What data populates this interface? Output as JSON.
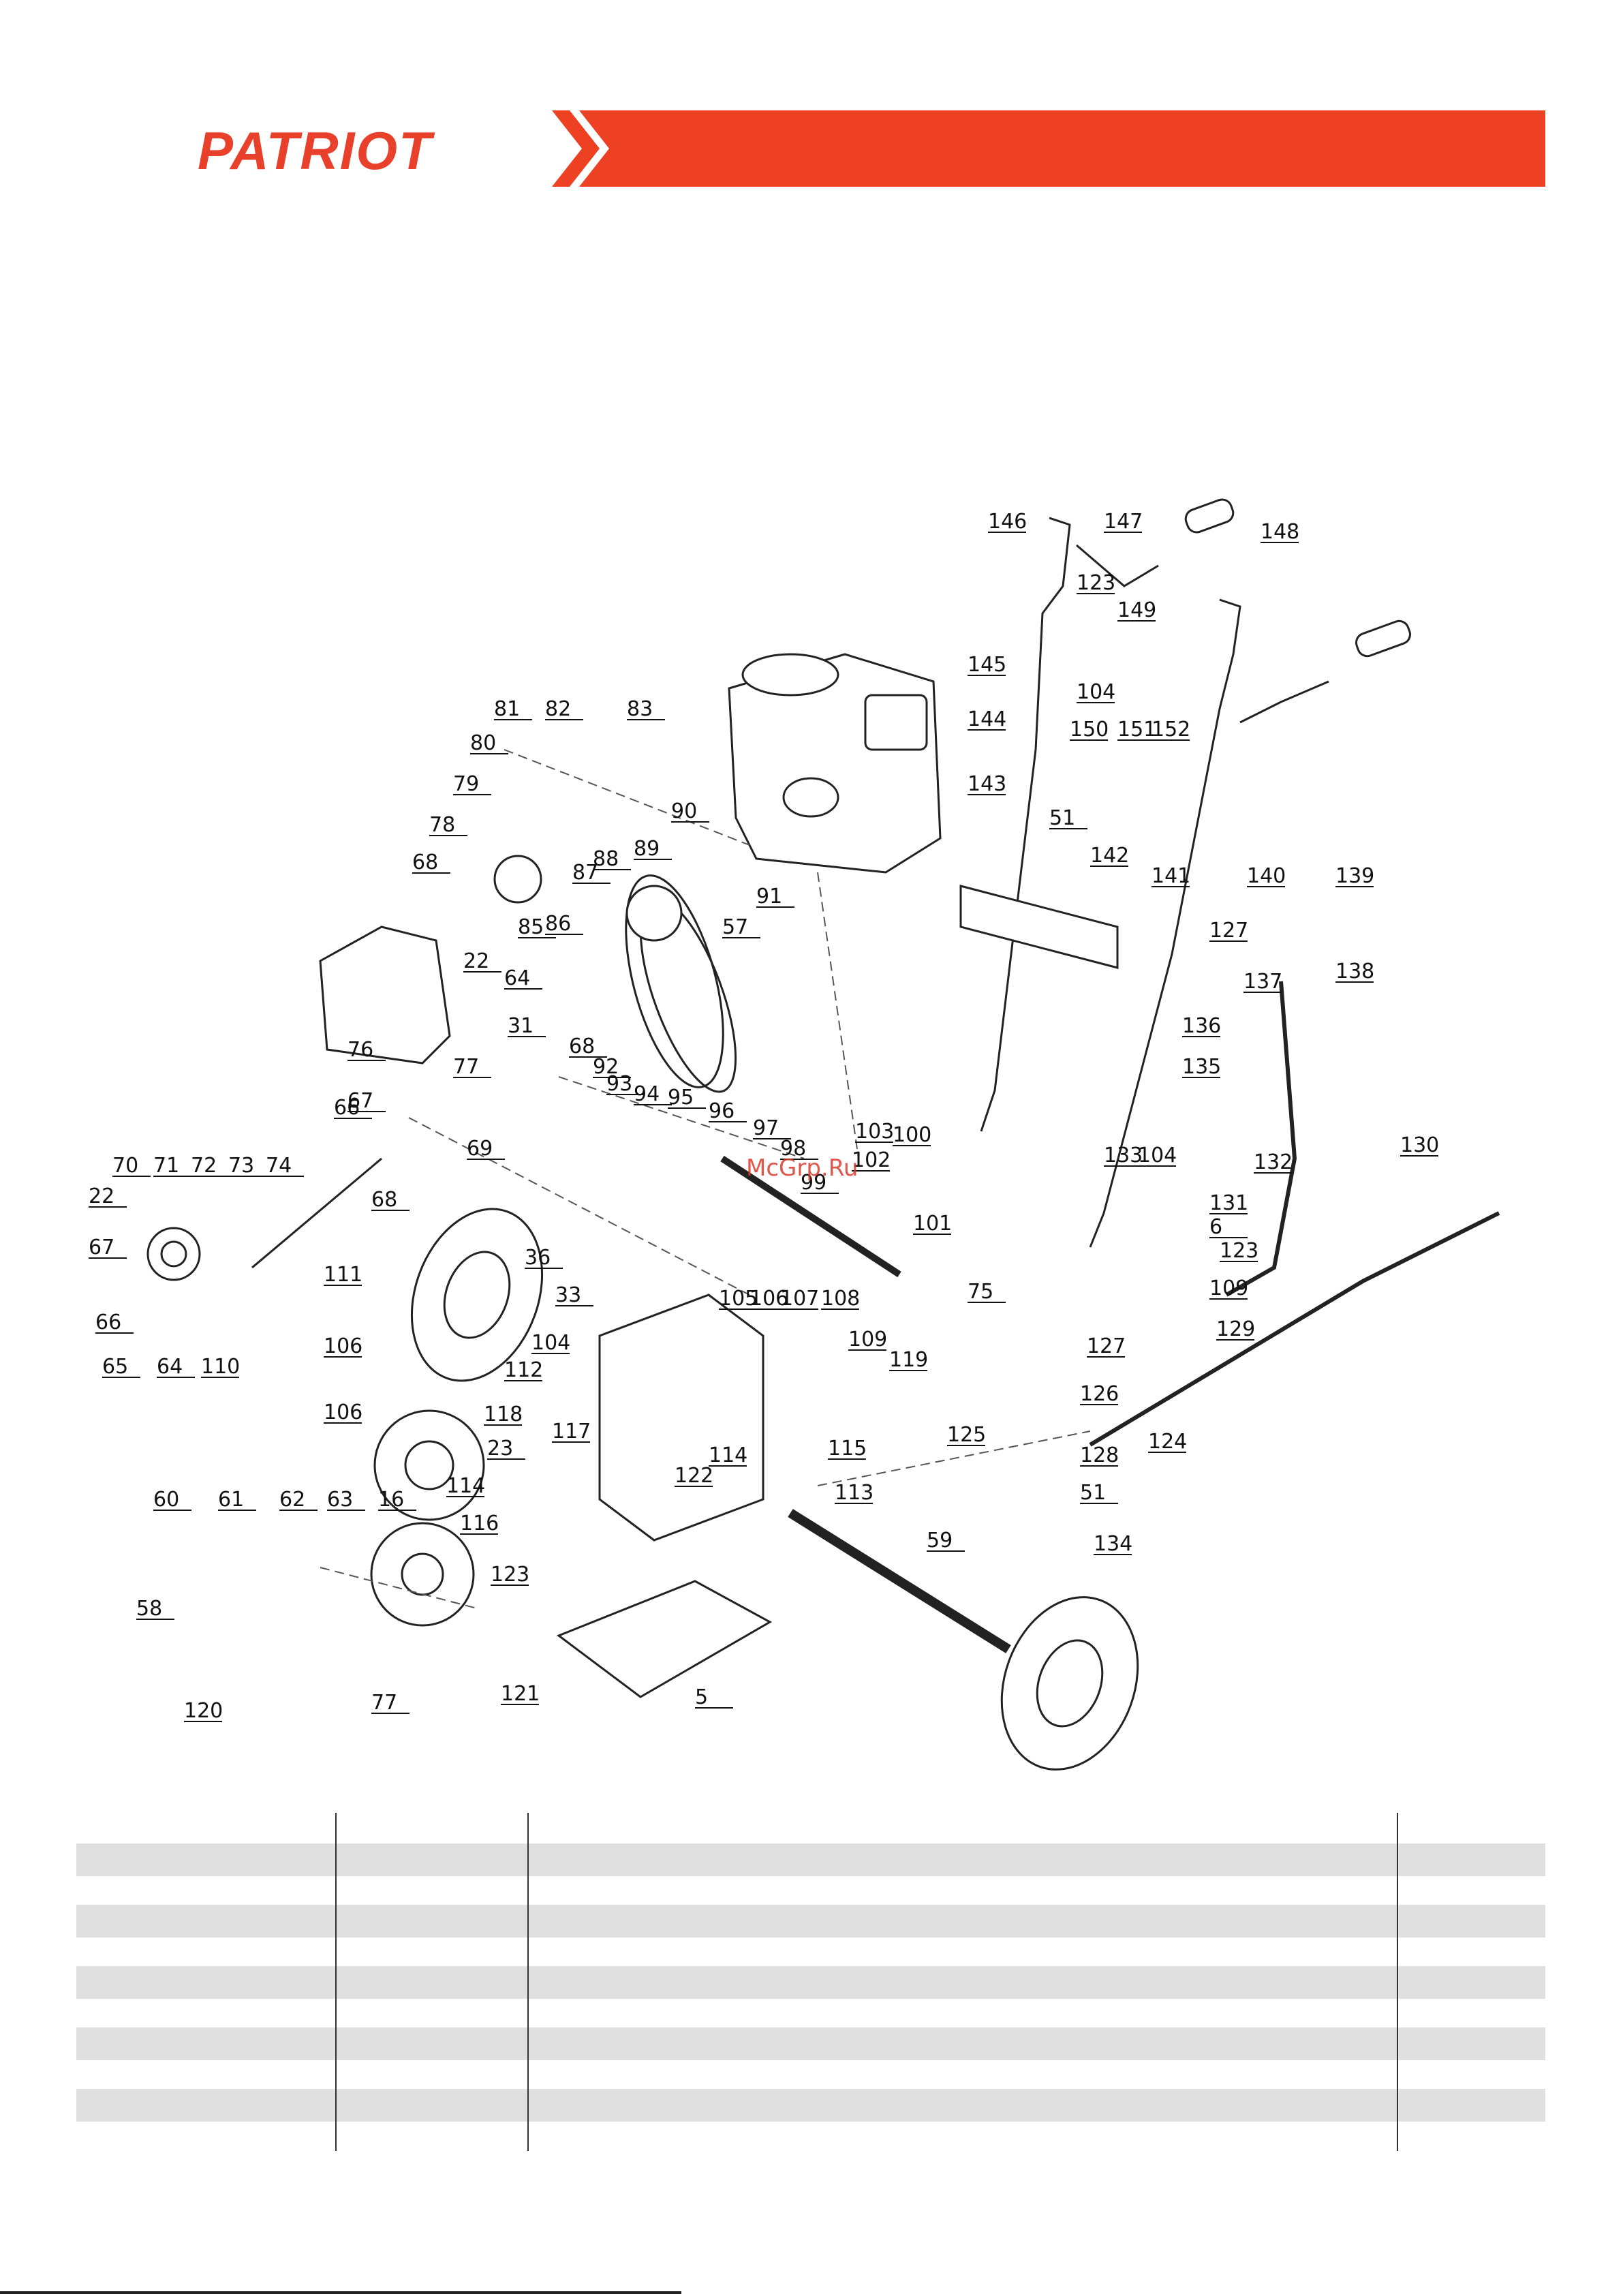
{
  "header": {
    "brand": "PATRIOT",
    "brand_color": "#e8402a",
    "accent_color": "#ee4023"
  },
  "watermark": "McGrp.Ru",
  "diagram": {
    "callouts": [
      "146",
      "147",
      "148",
      "123",
      "149",
      "145",
      "104",
      "150",
      "151",
      "144",
      "152",
      "143",
      "51",
      "142",
      "141",
      "140",
      "139",
      "127",
      "137",
      "138",
      "136",
      "135",
      "81",
      "82",
      "83",
      "80",
      "79",
      "78",
      "68",
      "22",
      "64",
      "88",
      "87",
      "89",
      "90",
      "86",
      "85",
      "91",
      "57",
      "76",
      "77",
      "31",
      "68",
      "92",
      "93",
      "94",
      "95",
      "96",
      "97",
      "98",
      "99",
      "102",
      "103",
      "100",
      "101",
      "75",
      "67",
      "69",
      "70",
      "71",
      "72",
      "73",
      "74",
      "66",
      "68",
      "22",
      "67",
      "66",
      "65",
      "64",
      "110",
      "111",
      "106",
      "36",
      "33",
      "104",
      "105",
      "106",
      "107",
      "108",
      "109",
      "119",
      "112",
      "106",
      "118",
      "117",
      "23",
      "114",
      "116",
      "123",
      "122",
      "114",
      "115",
      "113",
      "59",
      "60",
      "61",
      "62",
      "63",
      "16",
      "58",
      "120",
      "77",
      "121",
      "5",
      "127",
      "126",
      "128",
      "124",
      "125",
      "51",
      "134",
      "133",
      "104",
      "132",
      "131",
      "6",
      "123",
      "109",
      "129",
      "130"
    ]
  },
  "table": {
    "rows": 11,
    "shaded_rows": [
      1,
      3,
      5,
      7,
      9
    ]
  }
}
